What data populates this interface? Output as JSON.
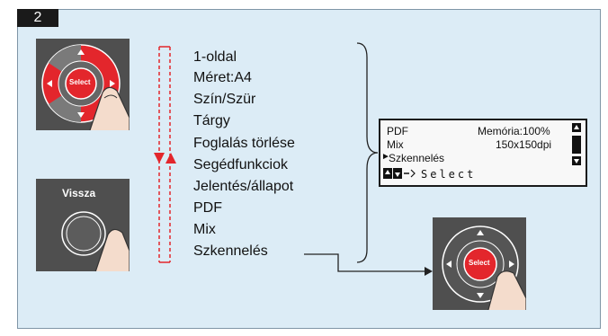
{
  "step_badge": "2",
  "keypad": {
    "select_label": "Select"
  },
  "back_button": {
    "label": "Vissza"
  },
  "menu_items": [
    "1-oldal",
    "Méret:A4",
    "Szín/Szür",
    "Tárgy",
    "Foglalás törlése",
    "Segédfunkciok",
    "Jelentés/állapot",
    "PDF",
    "Mix",
    "Szkennelés"
  ],
  "lcd": {
    "row1_left": "PDF",
    "row1_right": "Memória:100%",
    "row2_left": "Mix",
    "row2_right": "150x150dpi",
    "row3": "Szkennelés",
    "row4_text": "Select"
  },
  "colors": {
    "accent_red": "#e3262c",
    "panel_bg": "#dcecf6",
    "device_gray": "#4f4f4f"
  }
}
